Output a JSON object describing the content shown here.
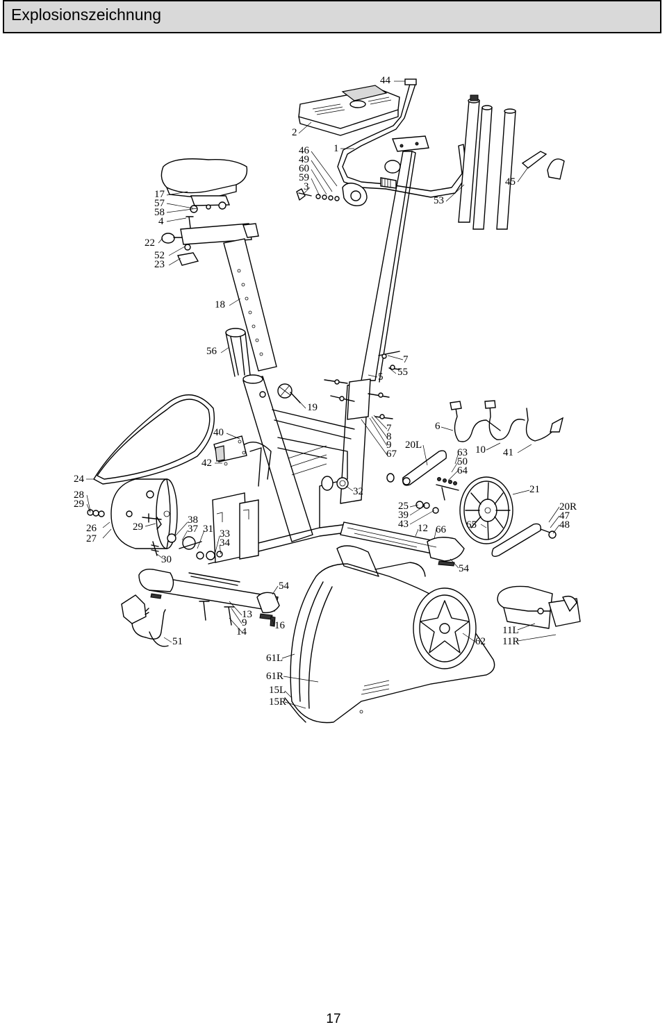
{
  "header": {
    "title": "Explosionszeichnung"
  },
  "page_number": "17",
  "callouts": [
    {
      "id": "c-44",
      "text": "44"
    },
    {
      "id": "c-2",
      "text": "2"
    },
    {
      "id": "c-46",
      "text": "46"
    },
    {
      "id": "c-49",
      "text": "49"
    },
    {
      "id": "c-60",
      "text": "60"
    },
    {
      "id": "c-59",
      "text": "59"
    },
    {
      "id": "c-3",
      "text": "3"
    },
    {
      "id": "c-1",
      "text": "1"
    },
    {
      "id": "c-17",
      "text": "17"
    },
    {
      "id": "c-57",
      "text": "57"
    },
    {
      "id": "c-58",
      "text": "58"
    },
    {
      "id": "c-4",
      "text": "4"
    },
    {
      "id": "c-22",
      "text": "22"
    },
    {
      "id": "c-52",
      "text": "52"
    },
    {
      "id": "c-23",
      "text": "23"
    },
    {
      "id": "c-53",
      "text": "53"
    },
    {
      "id": "c-45",
      "text": "45"
    },
    {
      "id": "c-18",
      "text": "18"
    },
    {
      "id": "c-56",
      "text": "56"
    },
    {
      "id": "c-7a",
      "text": "7"
    },
    {
      "id": "c-55",
      "text": "55"
    },
    {
      "id": "c-5",
      "text": "5"
    },
    {
      "id": "c-19",
      "text": "19"
    },
    {
      "id": "c-7b",
      "text": "7"
    },
    {
      "id": "c-8",
      "text": "8"
    },
    {
      "id": "c-9a",
      "text": "9"
    },
    {
      "id": "c-67",
      "text": "67"
    },
    {
      "id": "c-6",
      "text": "6"
    },
    {
      "id": "c-20L",
      "text": "20L"
    },
    {
      "id": "c-63",
      "text": "63"
    },
    {
      "id": "c-10",
      "text": "10"
    },
    {
      "id": "c-41",
      "text": "41"
    },
    {
      "id": "c-50",
      "text": "50"
    },
    {
      "id": "c-64",
      "text": "64"
    },
    {
      "id": "c-40",
      "text": "40"
    },
    {
      "id": "c-42",
      "text": "42"
    },
    {
      "id": "c-24",
      "text": "24"
    },
    {
      "id": "c-28",
      "text": "28"
    },
    {
      "id": "c-29a",
      "text": "29"
    },
    {
      "id": "c-32",
      "text": "32"
    },
    {
      "id": "c-21",
      "text": "21"
    },
    {
      "id": "c-20R",
      "text": "20R"
    },
    {
      "id": "c-47",
      "text": "47"
    },
    {
      "id": "c-48",
      "text": "48"
    },
    {
      "id": "c-25",
      "text": "25"
    },
    {
      "id": "c-39",
      "text": "39"
    },
    {
      "id": "c-43",
      "text": "43"
    },
    {
      "id": "c-12",
      "text": "12"
    },
    {
      "id": "c-66",
      "text": "66"
    },
    {
      "id": "c-65",
      "text": "65"
    },
    {
      "id": "c-26",
      "text": "26"
    },
    {
      "id": "c-27",
      "text": "27"
    },
    {
      "id": "c-29b",
      "text": "29"
    },
    {
      "id": "c-38",
      "text": "38"
    },
    {
      "id": "c-37",
      "text": "37"
    },
    {
      "id": "c-31",
      "text": "31"
    },
    {
      "id": "c-33",
      "text": "33"
    },
    {
      "id": "c-34",
      "text": "34"
    },
    {
      "id": "c-30",
      "text": "30"
    },
    {
      "id": "c-54a",
      "text": "54"
    },
    {
      "id": "c-54b",
      "text": "54"
    },
    {
      "id": "c-13",
      "text": "13"
    },
    {
      "id": "c-9b",
      "text": "9"
    },
    {
      "id": "c-14",
      "text": "14"
    },
    {
      "id": "c-16",
      "text": "16"
    },
    {
      "id": "c-51",
      "text": "51"
    },
    {
      "id": "c-61L",
      "text": "61L"
    },
    {
      "id": "c-62",
      "text": "62"
    },
    {
      "id": "c-11L",
      "text": "11L"
    },
    {
      "id": "c-11R",
      "text": "11R"
    },
    {
      "id": "c-61R",
      "text": "61R"
    },
    {
      "id": "c-15L",
      "text": "15L"
    },
    {
      "id": "c-15R",
      "text": "15R"
    }
  ]
}
